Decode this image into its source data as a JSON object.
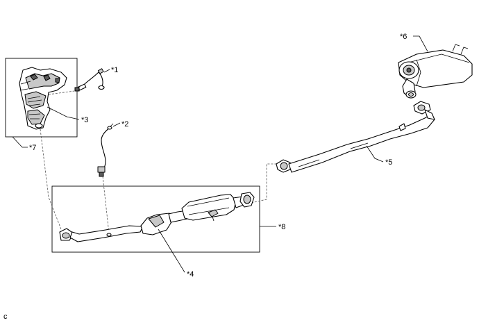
{
  "callouts": {
    "c1": "*1",
    "c2": "*2",
    "c3": "*3",
    "c4": "*4",
    "c5": "*5",
    "c6": "*6",
    "c7": "*7",
    "c8": "*8"
  },
  "corner_code": "c"
}
